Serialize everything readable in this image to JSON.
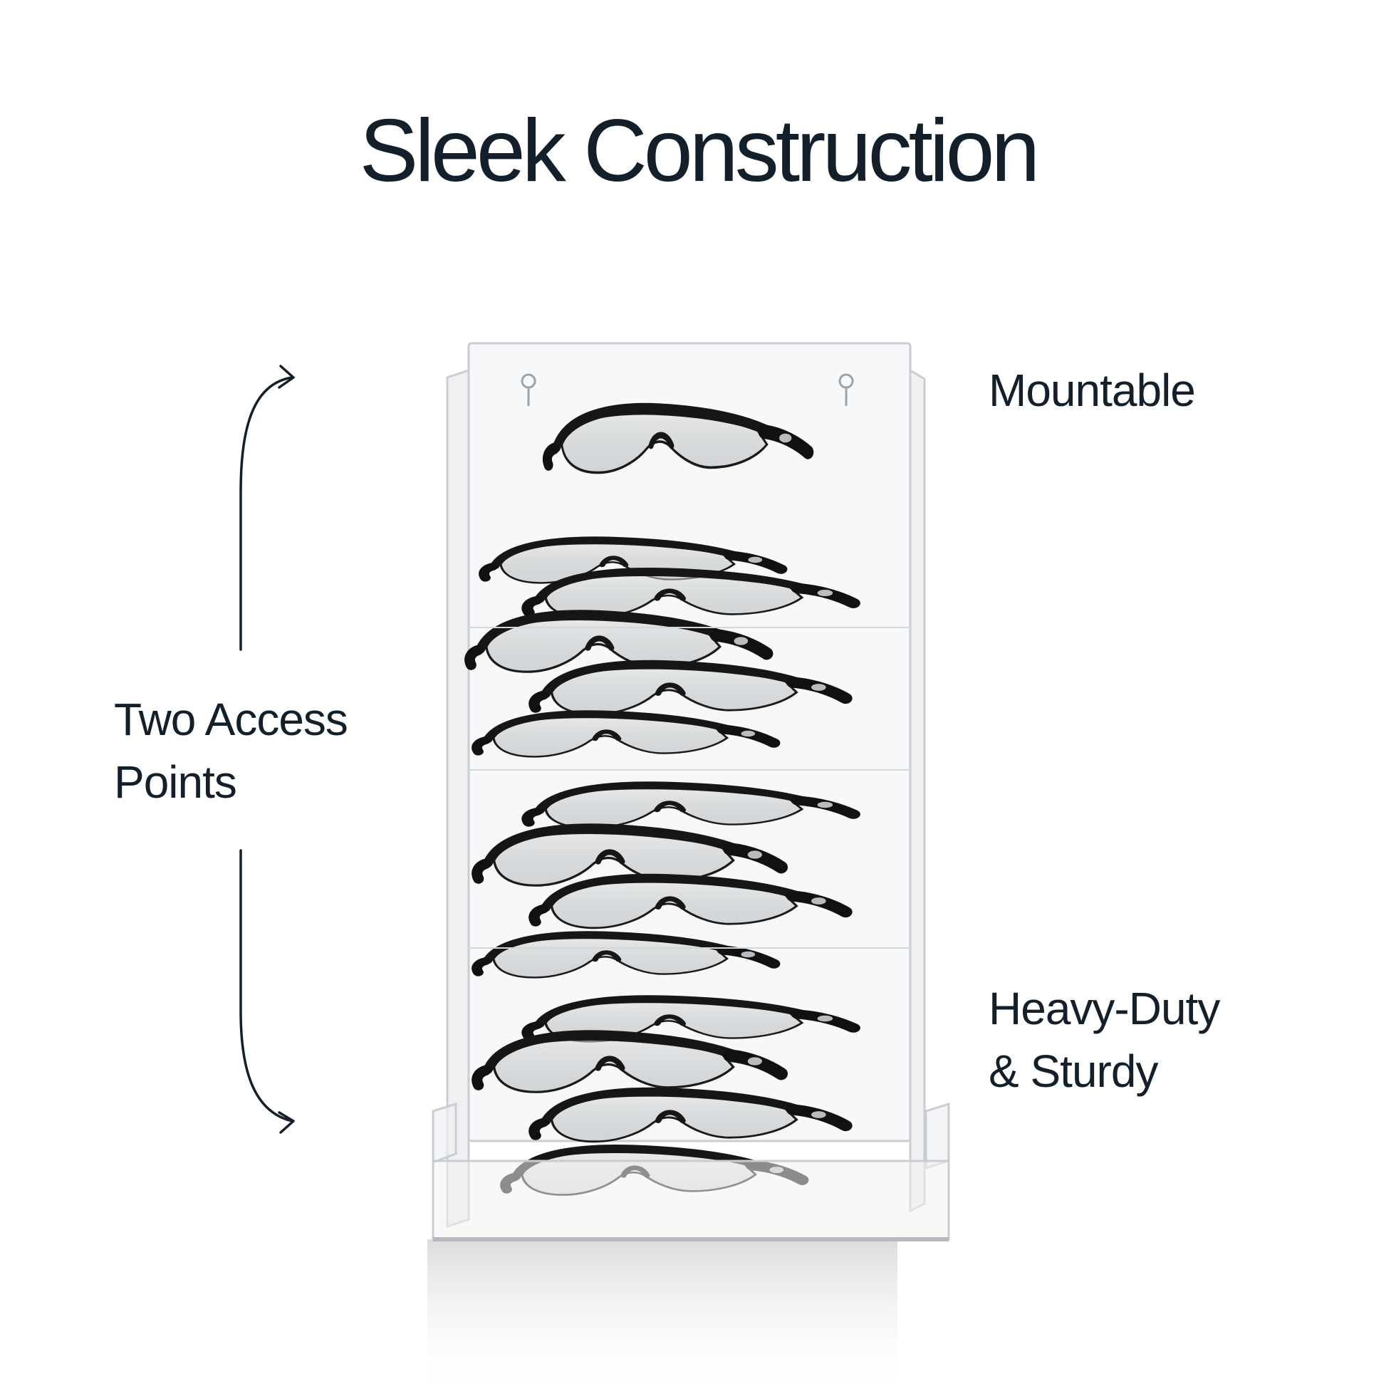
{
  "title": "Sleek Construction",
  "features": {
    "mountable": {
      "lines": [
        "Mountable"
      ]
    },
    "access_points": {
      "lines": [
        "Two Access",
        "Points"
      ]
    },
    "heavy_duty": {
      "lines": [
        "Heavy-Duty",
        "& Sturdy"
      ]
    }
  },
  "colors": {
    "text": "#13202b",
    "frame_black": "#1a1a1a",
    "acrylic_edge": "#c9ccd0",
    "background": "#ffffff"
  },
  "icons": {
    "access_arrow": "double-headed-curved-arrow-icon"
  }
}
